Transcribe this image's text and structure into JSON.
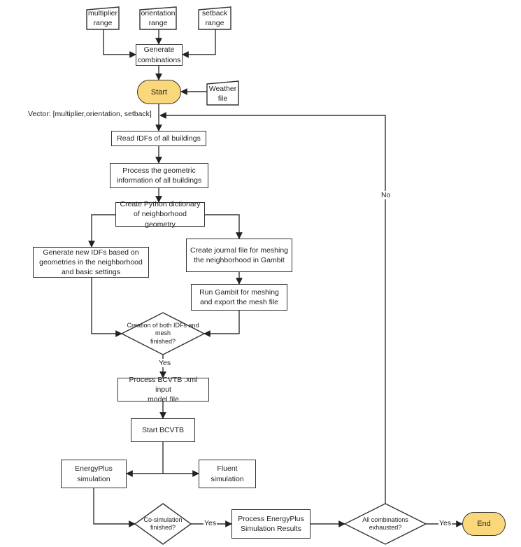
{
  "inputs": {
    "multiplier": "multiplier\nrange",
    "orientation": "orientation\nrange",
    "setback": "setback\nrange",
    "weather": "Weather\nfile"
  },
  "steps": {
    "generate": "Generate\ncombinations",
    "start": "Start",
    "vector": "Vector: [multiplier,orientation, setback]",
    "read_idfs": "Read IDFs of all buildings",
    "process_geo": "Process the geometric\ninformation of all buildings",
    "dictionary": "Create Python dictionary\nof neighborhood geometry",
    "new_idfs": "Generate new IDFs based on\ngeometries in the neighborhood\nand basic settings",
    "journal": "Create journal file for meshing\nthe neighborhood in Gambit",
    "run_gambit": "Run Gambit for meshing\nand export the mesh file",
    "bcvtb_xml": "Process BCVTB .xml input\nmodel file",
    "start_bcvtb": "Start BCVTB",
    "energyplus": "EnergyPlus\nsimulation",
    "fluent": "Fluent\nsimulation",
    "process_results": "Process EnergyPlus\nSimulation Results",
    "end": "End"
  },
  "decisions": {
    "creation": "Creation of both IDFs and mesh\nfinished?",
    "cosim": "Co-simulation\nfinished?",
    "all_combos": "All combinations\nexhausted?"
  },
  "edge_labels": {
    "yes1": "Yes",
    "yes2": "Yes",
    "yes3": "Yes",
    "no": "No"
  },
  "colors": {
    "terminal_fill": "#f9d77a",
    "line": "#333333"
  }
}
